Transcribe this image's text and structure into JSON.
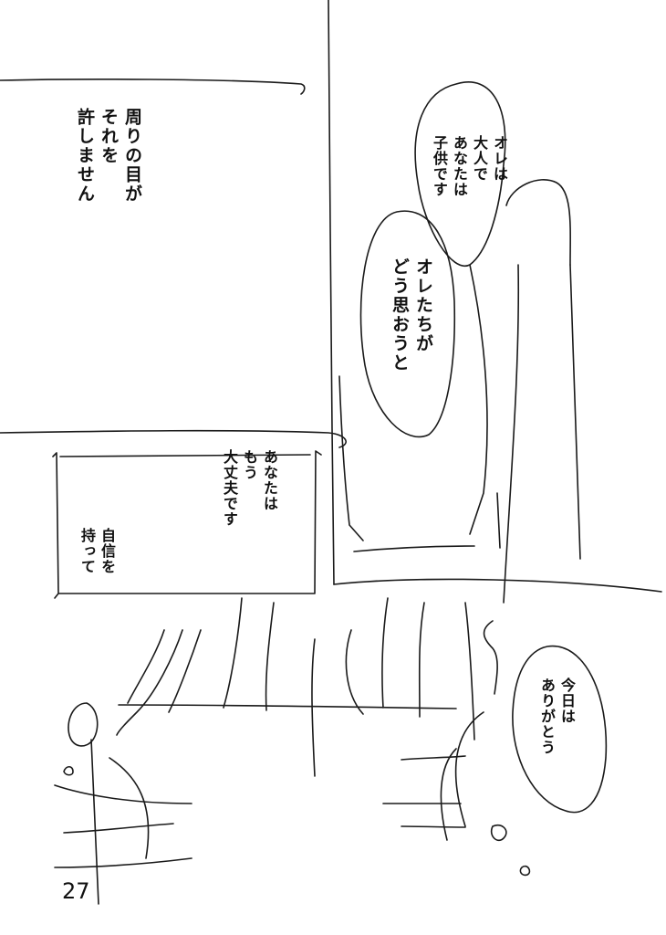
{
  "page": {
    "page_number": "27",
    "panels": [
      {
        "id": "upper-left",
        "caption": {
          "lines": [
            "周りの目が",
            "それを",
            "許しません"
          ]
        }
      },
      {
        "id": "upper-right",
        "bubbles": [
          {
            "id": "adult-child",
            "lines": [
              "オレは",
              "大人で",
              "あなたは",
              "子供です"
            ]
          },
          {
            "id": "how-we-think",
            "lines": [
              "オレたちが",
              "どう思おうと"
            ]
          }
        ]
      },
      {
        "id": "middle-left",
        "caption": {
          "lines": [
            "あなたは",
            "もう",
            "大丈夫です"
          ]
        },
        "caption_2": {
          "lines": [
            "自信を",
            "持って"
          ]
        }
      },
      {
        "id": "bottom",
        "bubbles": [
          {
            "id": "thanks",
            "lines": [
              "今日は",
              "ありがとう"
            ]
          }
        ]
      }
    ]
  }
}
